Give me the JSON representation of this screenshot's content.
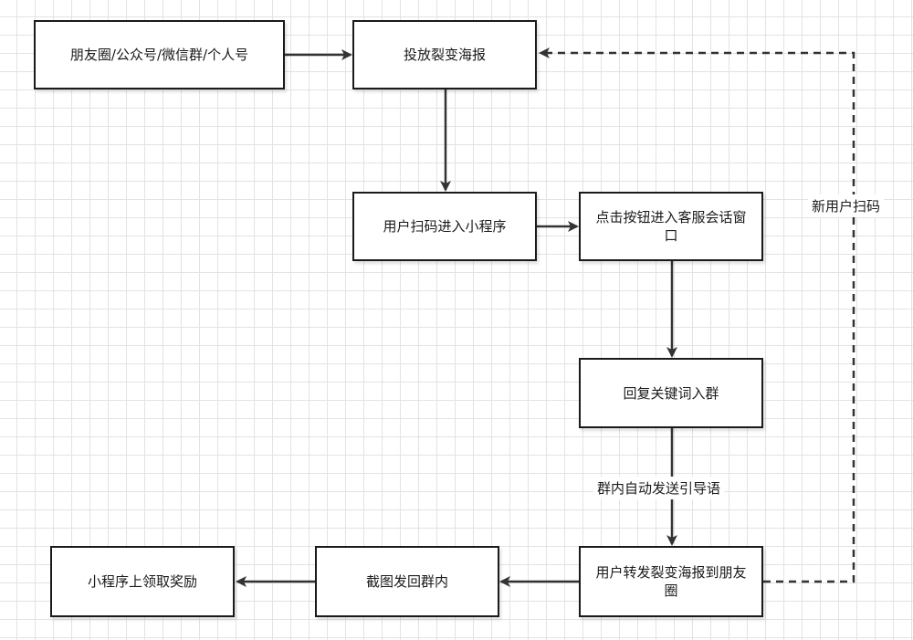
{
  "nodes": {
    "channels": "朋友圈/公众号/微信群/个人号",
    "poster": "投放裂变海报",
    "scan": "用户扫码进入小程序",
    "click": "点击按钮进入客服会话窗口",
    "reply": "回复关键词入群",
    "share": "用户转发裂变海报到朋友圈",
    "screenshot": "截图发回群内",
    "reward": "小程序上领取奖励"
  },
  "edges": {
    "auto_send": "群内自动发送引导语",
    "new_user": "新用户扫码"
  }
}
